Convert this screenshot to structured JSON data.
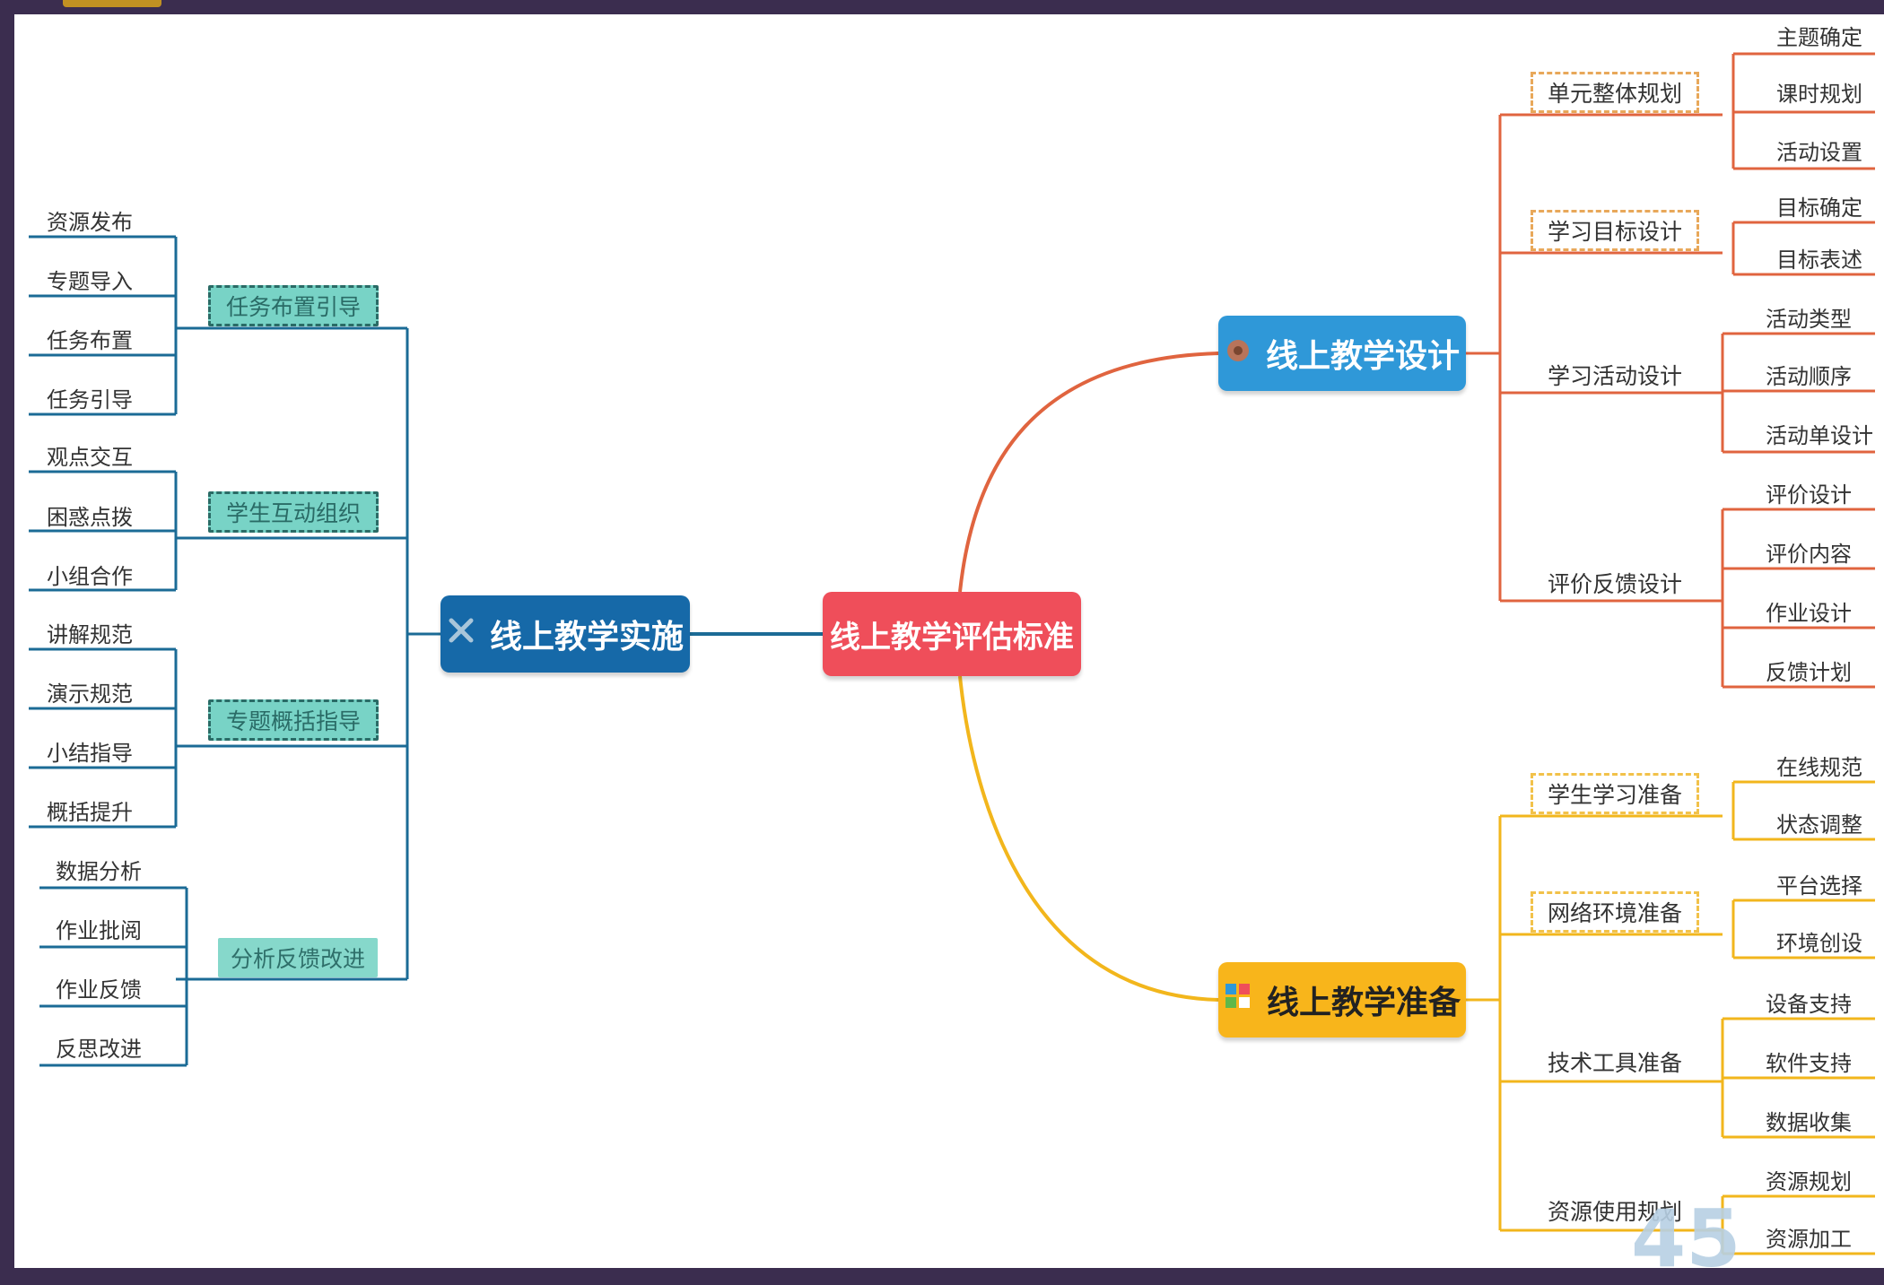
{
  "center": {
    "label": "线上教学评估标准"
  },
  "branches": {
    "design": {
      "label": "线上教学设计",
      "icon": "gear-icon",
      "color": "#2f98d8",
      "children": [
        {
          "label": "单元整体规划",
          "leaves": [
            "主题确定",
            "课时规划",
            "活动设置"
          ]
        },
        {
          "label": "学习目标设计",
          "leaves": [
            "目标确定",
            "目标表述"
          ]
        },
        {
          "label": "学习活动设计",
          "leaves": [
            "活动类型",
            "活动顺序",
            "活动单设计"
          ]
        },
        {
          "label": "评价反馈设计",
          "leaves": [
            "评价设计",
            "评价内容",
            "作业设计",
            "反馈计划"
          ]
        }
      ]
    },
    "implementation": {
      "label": "线上教学实施",
      "icon": "tools-icon",
      "color": "#1669a8",
      "children": [
        {
          "label": "任务布置引导",
          "leaves": [
            "资源发布",
            "专题导入",
            "任务布置",
            "任务引导"
          ]
        },
        {
          "label": "学生互动组织",
          "leaves": [
            "观点交互",
            "困惑点拨",
            "小组合作"
          ]
        },
        {
          "label": "专题概括指导",
          "leaves": [
            "讲解规范",
            "演示规范",
            "小结指导",
            "概括提升"
          ]
        },
        {
          "label": "分析反馈改进",
          "leaves": [
            "数据分析",
            "作业批阅",
            "作业反馈",
            "反思改进"
          ]
        }
      ]
    },
    "preparation": {
      "label": "线上教学准备",
      "icon": "blocks-icon",
      "color": "#f8b51b",
      "children": [
        {
          "label": "学生学习准备",
          "leaves": [
            "在线规范",
            "状态调整"
          ]
        },
        {
          "label": "网络环境准备",
          "leaves": [
            "平台选择",
            "环境创设"
          ]
        },
        {
          "label": "技术工具准备",
          "leaves": [
            "设备支持",
            "软件支持",
            "数据收集"
          ]
        },
        {
          "label": "资源使用规划",
          "leaves": [
            "资源规划",
            "资源加工"
          ]
        }
      ]
    }
  },
  "page_number": "45",
  "colors": {
    "center": "#ef4e5a",
    "design_line": "#e0643f",
    "impl_line": "#1b6b96",
    "prep_line": "#f2b61c",
    "teal": "#78d3c6"
  }
}
